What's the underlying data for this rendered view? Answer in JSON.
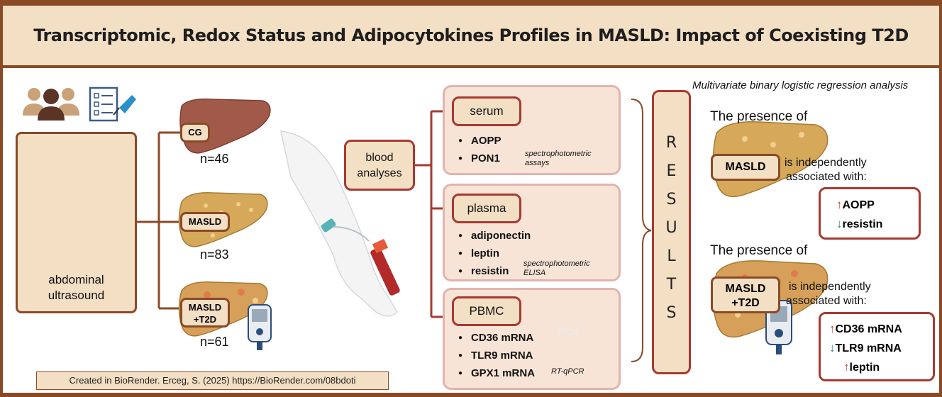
{
  "title": "Transcriptomic, Redox Status and Adipocytokines Profiles in MASLD: Impact of Coexisting T2D",
  "ultrasound": {
    "label_line1": "abdominal",
    "label_line2": "ultrasound",
    "icons": [
      "people-icon",
      "questionnaire-icon",
      "ultrasound-machine-icon"
    ]
  },
  "groups": [
    {
      "label_lines": [
        "CG"
      ],
      "n": "n=46"
    },
    {
      "label_lines": [
        "MASLD"
      ],
      "n": "n=83"
    },
    {
      "label_lines": [
        "MASLD",
        "+T2D"
      ],
      "n": "n=61"
    }
  ],
  "blood": {
    "label_line1": "blood",
    "label_line2": "analyses"
  },
  "panels": [
    {
      "header": "serum",
      "items": [
        "AOPP",
        "PON1"
      ],
      "method_lines": [
        "spectrophotometric",
        "assays"
      ]
    },
    {
      "header": "plasma",
      "items": [
        "adiponectin",
        "leptin",
        "resistin"
      ],
      "method_lines": [
        "spectrophotometric",
        "ELISA"
      ]
    },
    {
      "header": "PBMC",
      "items": [
        "CD36 mRNA",
        "TLR9 mRNA",
        "GPX1 mRNA"
      ],
      "method_lines": [
        "RT-qPCR"
      ],
      "device_label": "PCR"
    }
  ],
  "results": {
    "letters": [
      "R",
      "E",
      "S",
      "U",
      "L",
      "T",
      "S"
    ]
  },
  "analysis_title": "Multivariate binary logistic regression analysis",
  "findings": [
    {
      "heading": "The presence of",
      "condition_lines": [
        "MASLD"
      ],
      "assoc_line1": "is independently",
      "assoc_line2": "associated with:",
      "markers": [
        {
          "direction": "up",
          "label": "AOPP"
        },
        {
          "direction": "down",
          "label": "resistin"
        }
      ]
    },
    {
      "heading": "The presence of",
      "condition_lines": [
        "MASLD",
        "+T2D"
      ],
      "assoc_line1": "is independently",
      "assoc_line2": "associated with:",
      "markers": [
        {
          "direction": "up",
          "label": "CD36 mRNA"
        },
        {
          "direction": "down",
          "label": "TLR9 mRNA"
        },
        {
          "direction": "up",
          "label": "leptin"
        }
      ]
    }
  ],
  "credit": "Created in BioRender. Erceg, S. (2025) https://BioRender.com/08bdoti",
  "colors": {
    "frame": "#8b4a26",
    "band": "#f3dfc4",
    "panel_fill": "#f7e4d6",
    "panel_border": "#e2b4ae",
    "red_border": "#a63a32",
    "up_arrow": "#c2392b",
    "down_arrow": "#1e8a82"
  }
}
